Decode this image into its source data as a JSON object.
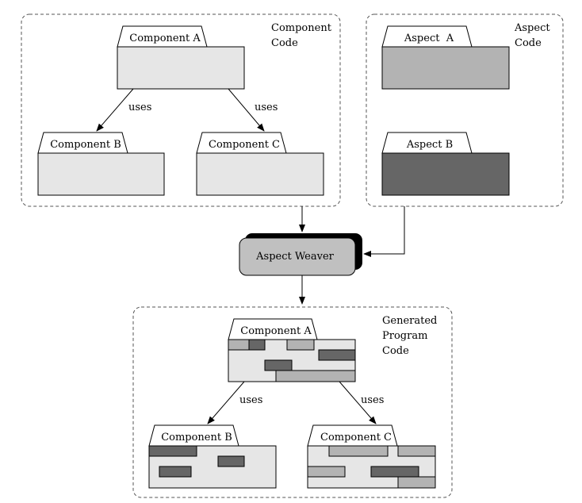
{
  "groups": {
    "component_code": "Component Code",
    "component_code_lines": [
      "Component",
      "Code"
    ],
    "aspect_code_lines": [
      "Aspect",
      "Code"
    ],
    "generated_lines": [
      "Generated",
      "Program",
      "Code"
    ]
  },
  "component_code": {
    "component_a": "Component A",
    "component_b": "Component B",
    "component_c": "Component C",
    "uses_left": "uses",
    "uses_right": "uses"
  },
  "aspect_code": {
    "aspect_a": "Aspect  A",
    "aspect_b": "Aspect B"
  },
  "weaver": {
    "label": "Aspect Weaver"
  },
  "generated": {
    "component_a": "Component A",
    "component_b": "Component B",
    "component_c": "Component C",
    "uses_left": "uses",
    "uses_right": "uses"
  },
  "colors": {
    "component_fill": "#e6e6e6",
    "aspect_a_fill": "#b3b3b3",
    "aspect_b_fill": "#666666",
    "weaver_fill": "#c0c0c0",
    "weaver_shadow": "#000000"
  }
}
